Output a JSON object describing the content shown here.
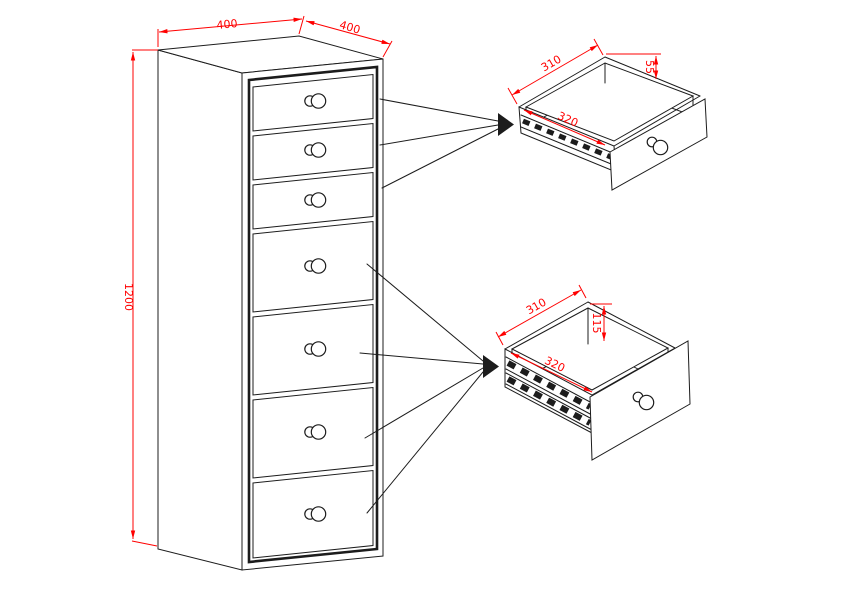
{
  "drawing": {
    "type": "furniture-technical-drawing",
    "subject": "seven-drawer cabinet with exploded drawer detail views",
    "colors": {
      "background": "#ffffff",
      "line_black": "#1c1c1c",
      "dimension_red": "#ff0000"
    },
    "cabinet": {
      "width_mm": "400",
      "depth_mm": "400",
      "height_mm": "1200",
      "drawer_count": 7,
      "small_drawers": 3,
      "large_drawers": 4
    },
    "small_drawer_detail": {
      "back_width_mm": "310",
      "side_depth_mm": "320",
      "height_mm": "55"
    },
    "large_drawer_detail": {
      "back_width_mm": "310",
      "side_depth_mm": "320",
      "height_mm": "115"
    }
  }
}
